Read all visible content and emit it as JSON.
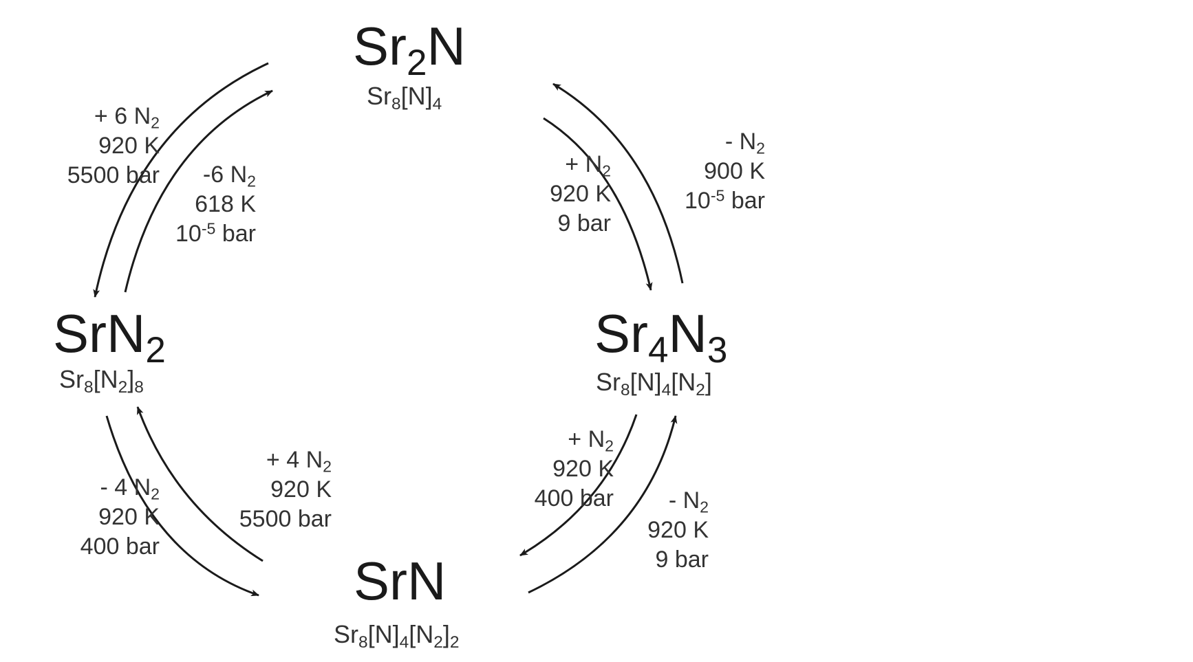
{
  "colors": {
    "ink": "#1a1a1a",
    "text": "#333333",
    "background": "#ffffff"
  },
  "compounds": {
    "top": {
      "pre": "Sr",
      "sub": "2",
      "post": "N",
      "structure": {
        "pre": "Sr",
        "sub1": "8",
        "mid": "[N]",
        "sub2": "4"
      }
    },
    "left": {
      "pre": "SrN",
      "sub": "2",
      "structure": {
        "pre": "Sr",
        "sub1": "8",
        "mid": "[N",
        "sub2": "2",
        "mid2": "]",
        "sub3": "8"
      }
    },
    "right": {
      "pre": "Sr",
      "sub1": "4",
      "mid": "N",
      "sub2": "3",
      "structure": {
        "pre": "Sr",
        "sub1": "8",
        "mid": "[N]",
        "sub2": "4",
        "mid2": "[N",
        "sub3": "2",
        "post": "]"
      }
    },
    "bottom": {
      "pre": "SrN",
      "structure": {
        "pre": "Sr",
        "sub1": "8",
        "mid": "[N]",
        "sub2": "4",
        "mid2": "[N",
        "sub3": "2",
        "mid3": "]",
        "sub4": "2"
      }
    }
  },
  "conditions": {
    "top_left_outer": {
      "gas_pre": "+ 6 N",
      "gas_sub": "2",
      "temp": "920 K",
      "pressure": "5500 bar"
    },
    "top_left_inner": {
      "gas_pre": "-6 N",
      "gas_sub": "2",
      "temp": "618 K",
      "p_pre": "10",
      "p_sup": "-5",
      "p_post": " bar"
    },
    "top_right_inner": {
      "gas_pre": "+ N",
      "gas_sub": "2",
      "temp": "920 K",
      "pressure": "9 bar"
    },
    "top_right_outer": {
      "gas_pre": "- N",
      "gas_sub": "2",
      "temp": "900 K",
      "p_pre": "10",
      "p_sup": "-5",
      "p_post": " bar"
    },
    "bottom_left_outer": {
      "gas_pre": "- 4 N",
      "gas_sub": "2",
      "temp": "920 K",
      "pressure": "400 bar"
    },
    "bottom_left_inner": {
      "gas_pre": "+ 4 N",
      "gas_sub": "2",
      "temp": "920 K",
      "pressure": "5500 bar"
    },
    "bottom_right_inner": {
      "gas_pre": "+ N",
      "gas_sub": "2",
      "temp": "920 K",
      "pressure": "400 bar"
    },
    "bottom_right_outer": {
      "gas_pre": "- N",
      "gas_sub": "2",
      "temp": "920 K",
      "pressure": "9 bar"
    }
  }
}
